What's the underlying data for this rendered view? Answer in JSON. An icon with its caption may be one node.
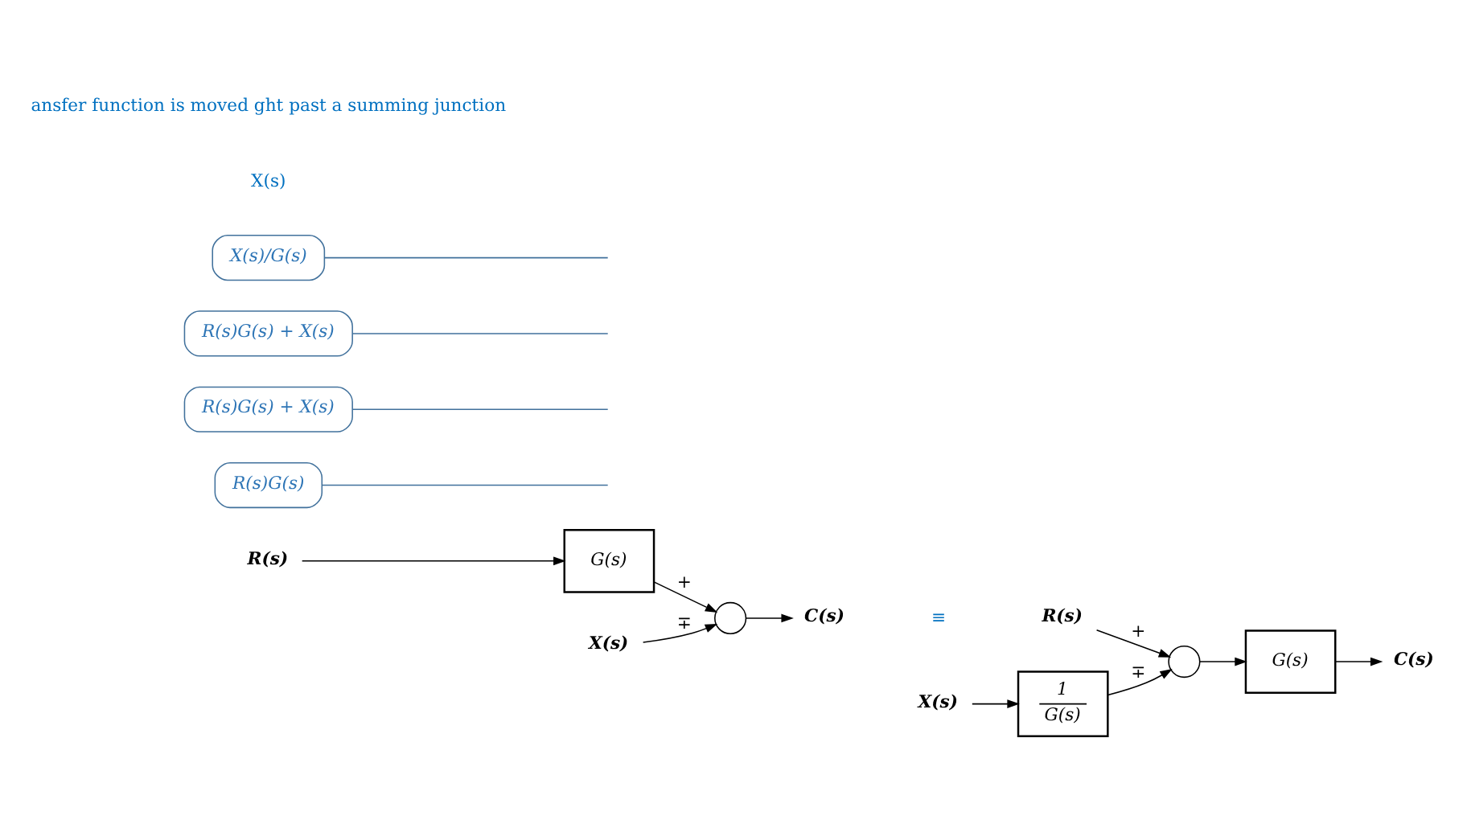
{
  "diagram": {
    "nodes": [
      {
        "text": [
          "R(s)"
        ]
      },
      {
        "text": [
          "G(s)"
        ]
      },
      {
        "text": [],
        "shape": "circle"
      },
      {
        "text": [
          "C(s)"
        ]
      },
      {
        "text": [
          "X(s)"
        ]
      },
      {
        "text": [
          "R(s)G(s)"
        ]
      },
      {
        "text": [
          "R(s)G(s) + X(s)"
        ]
      },
      {
        "text": [
          "R(s)"
        ]
      },
      {
        "text": [],
        "shape": "circle"
      },
      {
        "text": [
          "G(s)"
        ]
      },
      {
        "text": [
          "C(s)"
        ]
      },
      {
        "text": [
          "1",
          "G(s)"
        ]
      },
      {
        "text": [
          "X(s)"
        ]
      },
      {
        "text": [
          "R(s)G(s) + X(s)"
        ]
      },
      {
        "text": [
          "X(s)/G(s)"
        ]
      }
    ],
    "edges": [
      {
        "from": 0,
        "to": 1,
        "arrow": "to"
      },
      {
        "from": 1,
        "to": 2,
        "arrow": "to",
        "label": "+"
      },
      {
        "from": 2,
        "to": 3,
        "arrow": "to"
      },
      {
        "from": 4,
        "to": 2,
        "arrow": "to",
        "label": "∓"
      },
      {
        "from": 5,
        "to": null,
        "arrow": "none",
        "color": "#41719c"
      },
      {
        "from": 6,
        "to": null,
        "arrow": "none",
        "color": "#41719c"
      },
      {
        "from": 7,
        "to": 8,
        "arrow": "to",
        "label": "+"
      },
      {
        "from": 8,
        "to": 9,
        "arrow": "to"
      },
      {
        "from": 9,
        "to": 10,
        "arrow": "to"
      },
      {
        "from": 11,
        "to": 8,
        "arrow": "to",
        "label": "∓"
      },
      {
        "from": 12,
        "to": 11,
        "arrow": "to"
      },
      {
        "from": 13,
        "to": null,
        "arrow": "none",
        "color": "#41719c"
      },
      {
        "from": 14,
        "to": null,
        "arrow": "none",
        "color": "#41719c"
      }
    ],
    "labels": [
      "X(s)",
      "≡",
      "ansfer function is moved ght past a summing junction"
    ]
  }
}
